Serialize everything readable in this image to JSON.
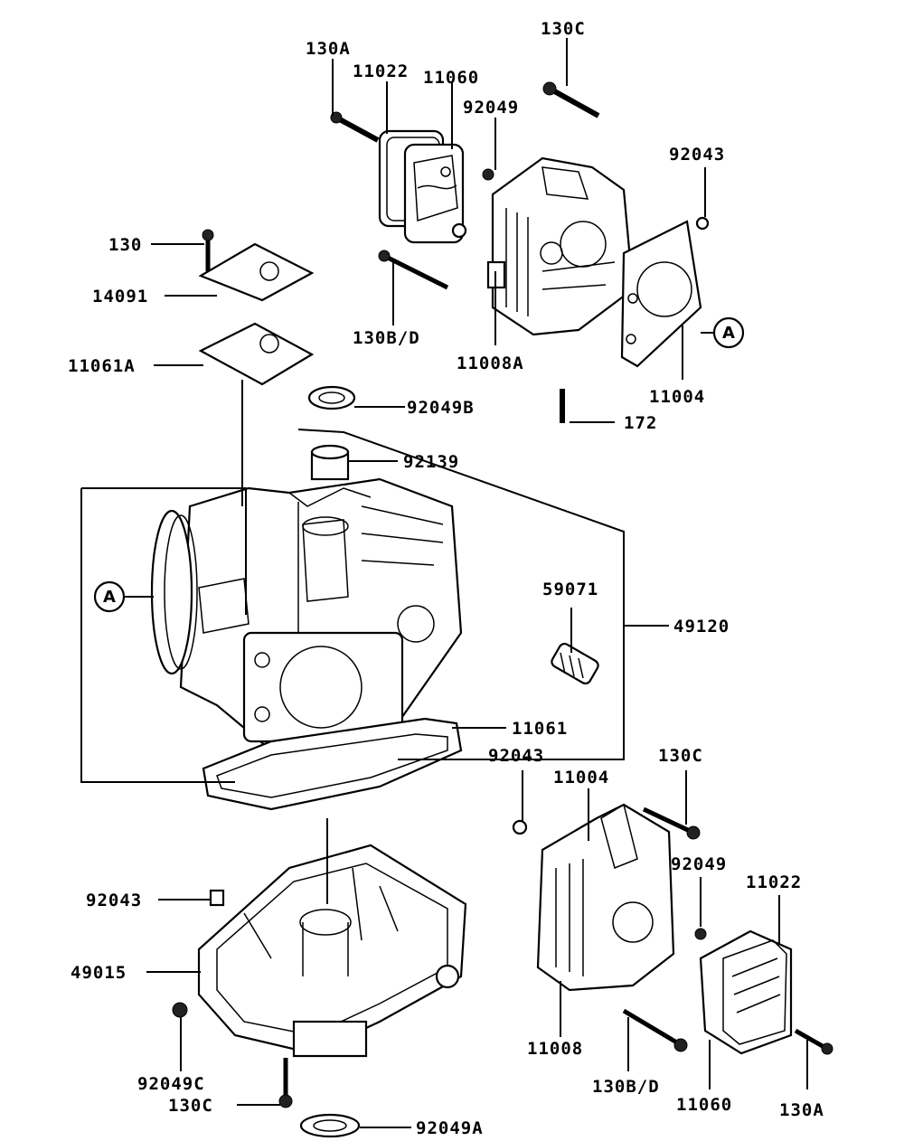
{
  "diagram": {
    "labels": {
      "l130A_top": "130A",
      "l11022_top": "11022",
      "l11060_top": "11060",
      "l130C_top": "130C",
      "l92049_top": "92049",
      "l92043_top": "92043",
      "l130": "130",
      "l14091": "14091",
      "l130BD_top": "130B/D",
      "l11008A": "11008A",
      "lA_top": "A",
      "l11061A": "11061A",
      "l11004_top": "11004",
      "l92049B": "92049B",
      "l172": "172",
      "l92139": "92139",
      "lA_left": "A",
      "l59071": "59071",
      "l49120": "49120",
      "l11061": "11061",
      "l92043_mid": "92043",
      "l130C_mid": "130C",
      "l11004_mid": "11004",
      "l92049_mid": "92049",
      "l11022_bot": "11022",
      "l92043_left": "92043",
      "l49015": "49015",
      "l11008": "11008",
      "l130BD_bot": "130B/D",
      "l92049C": "92049C",
      "l130C_bot": "130C",
      "l11060_bot": "11060",
      "l130A_bot": "130A",
      "l92049A": "92049A"
    }
  }
}
